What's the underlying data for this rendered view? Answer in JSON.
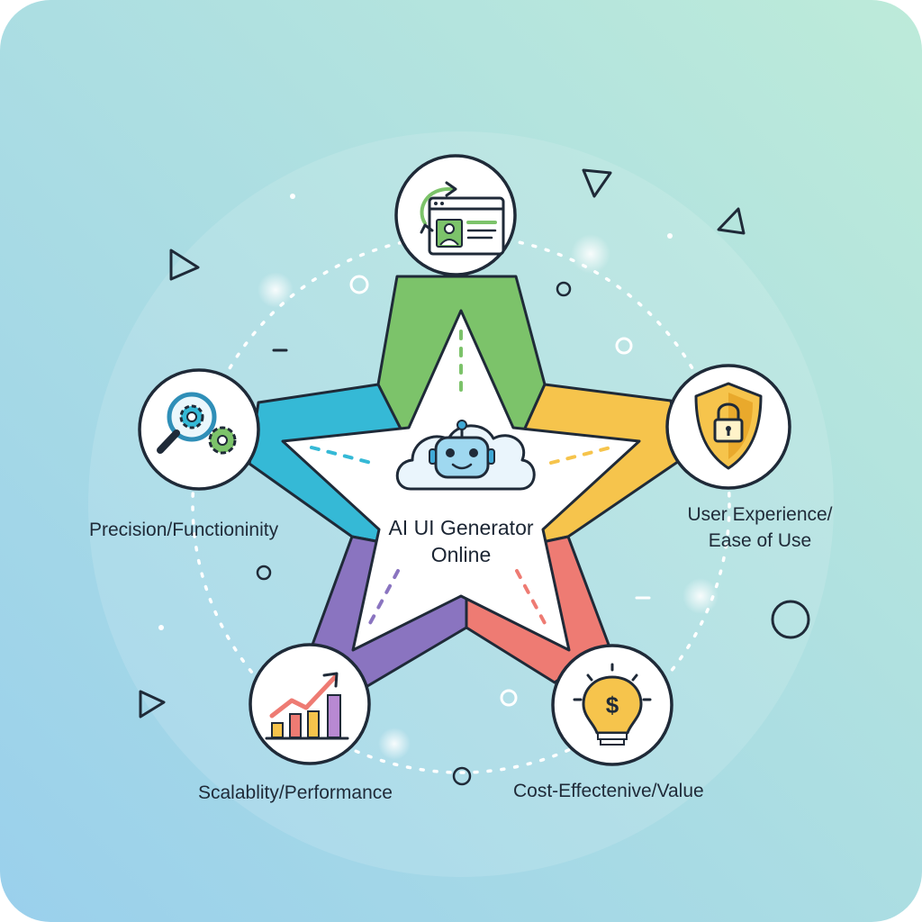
{
  "center": {
    "title_line1": "AI UI Generator",
    "title_line2": "Online",
    "icon": "robot-cloud-icon"
  },
  "nodes": [
    {
      "id": "top",
      "label": "",
      "icon": "ui-profile-window-icon",
      "color": "#7cc36a"
    },
    {
      "id": "left",
      "label": "Precision/Functioninity",
      "icon": "magnifier-gear-icon",
      "color": "#35b9d6"
    },
    {
      "id": "right",
      "label_line1": "User Experience/",
      "label_line2": "Ease of Use",
      "icon": "shield-lock-icon",
      "color": "#f6c44c"
    },
    {
      "id": "bottom_left",
      "label": "Scalablity/Performance",
      "icon": "growth-chart-icon",
      "color": "#8a74c0"
    },
    {
      "id": "bottom_right",
      "label": "Cost-Effectenive/Value",
      "icon": "lightbulb-dollar-icon",
      "color": "#ee7b73"
    }
  ],
  "colors": {
    "background_start": "#9ed3ea",
    "background_end": "#b6eadb",
    "outline": "#1f2a38"
  }
}
